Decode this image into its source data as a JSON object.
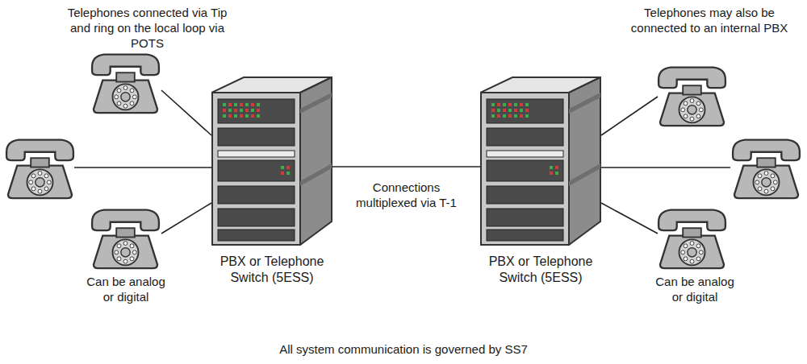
{
  "diagram": {
    "nodes": [
      {
        "text": [
          "PBX or Telephone Switch (5ESS)"
        ]
      },
      {
        "text": [
          "PBX or Telephone Switch (5ESS)"
        ]
      }
    ],
    "edges": [
      {
        "from": 0,
        "to": 1,
        "arrow": "none",
        "label": "Connections multiplexed via T-1"
      }
    ],
    "labels": [
      "Telephones connected via Tip and ring on the local loop via POTS",
      "Can be analog or digital",
      "Telephones may also be connected to an internal PBX",
      "Can be analog or digital",
      "All system communication is governed by SS7"
    ]
  }
}
